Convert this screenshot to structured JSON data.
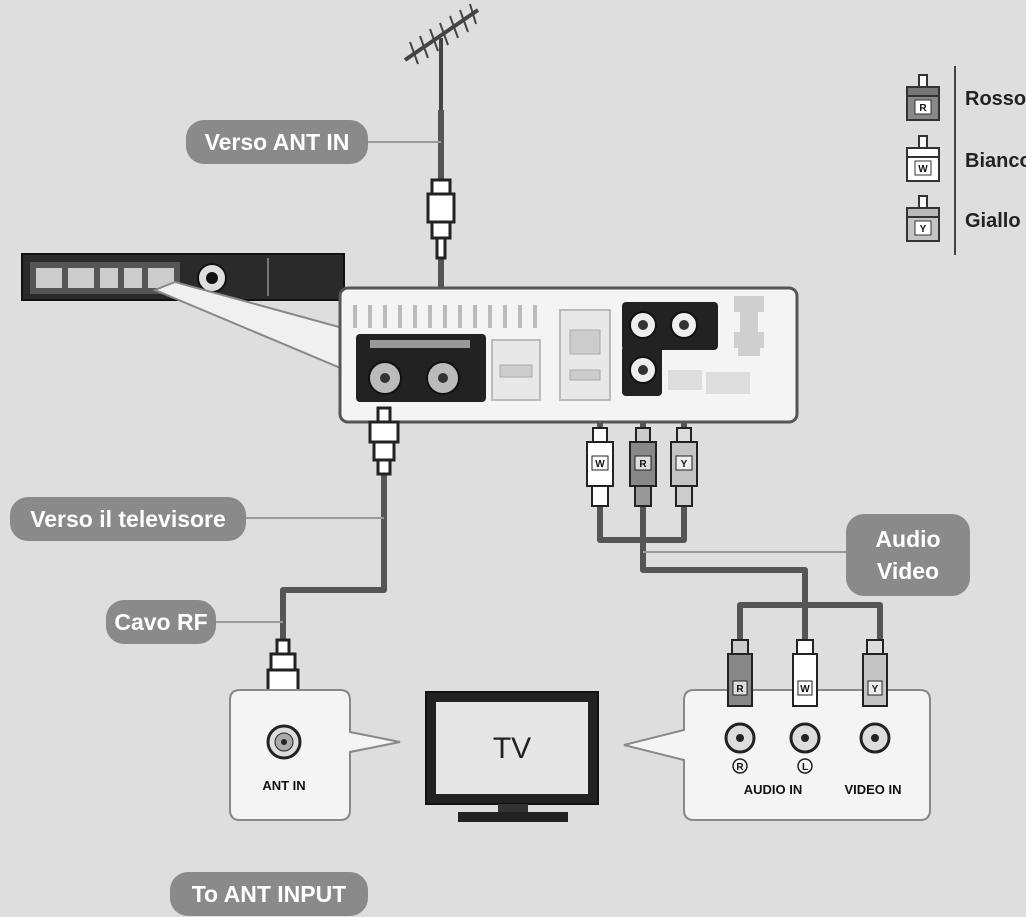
{
  "callouts": {
    "verso_ant_in": "Verso ANT IN",
    "verso_televisore": "Verso il televisore",
    "cavo_rf": "Cavo RF",
    "audio_video_line1": "Audio",
    "audio_video_line2": "Video",
    "to_ant_input": "To ANT INPUT"
  },
  "legend": {
    "items": [
      {
        "letter": "R",
        "label": "Rosso"
      },
      {
        "letter": "W",
        "label": "Bianco"
      },
      {
        "letter": "Y",
        "label": "Giallo"
      }
    ]
  },
  "plugs": {
    "white": "W",
    "red": "R",
    "yellow": "Y"
  },
  "tv": {
    "label": "TV",
    "ant_in": "ANT IN",
    "audio_in": "AUDIO IN",
    "video_in": "VIDEO IN",
    "right_mark": "R",
    "left_mark": "L"
  },
  "colors": {
    "background": "#dedede",
    "callout": "#8a8a8a",
    "cable": "#555555",
    "panel": "#f4f4f4"
  }
}
